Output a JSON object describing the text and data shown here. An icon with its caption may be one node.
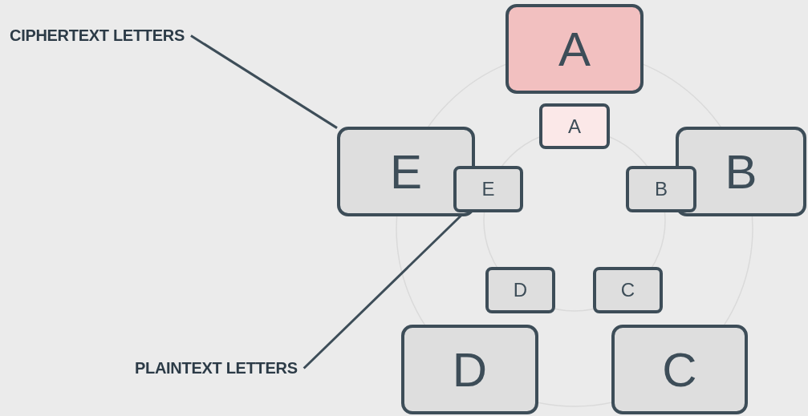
{
  "diagram": {
    "nodes": [
      {
        "text": [
          "A"
        ]
      },
      {
        "text": [
          "A"
        ]
      },
      {
        "text": [
          "E"
        ]
      },
      {
        "text": [
          "E"
        ]
      },
      {
        "text": [
          "B"
        ]
      },
      {
        "text": [
          "B"
        ]
      },
      {
        "text": [
          "D"
        ]
      },
      {
        "text": [
          "C"
        ]
      },
      {
        "text": [
          "D"
        ]
      },
      {
        "text": [
          "C"
        ]
      },
      {
        "text": [
          "CIPHERTEXT LETTERS"
        ]
      },
      {
        "text": [
          "PLAINTEXT LETTERS"
        ]
      }
    ],
    "edges": [
      {
        "from": 10,
        "to": 2,
        "arrow": "none"
      },
      {
        "from": 11,
        "to": 3,
        "arrow": "none"
      }
    ]
  }
}
